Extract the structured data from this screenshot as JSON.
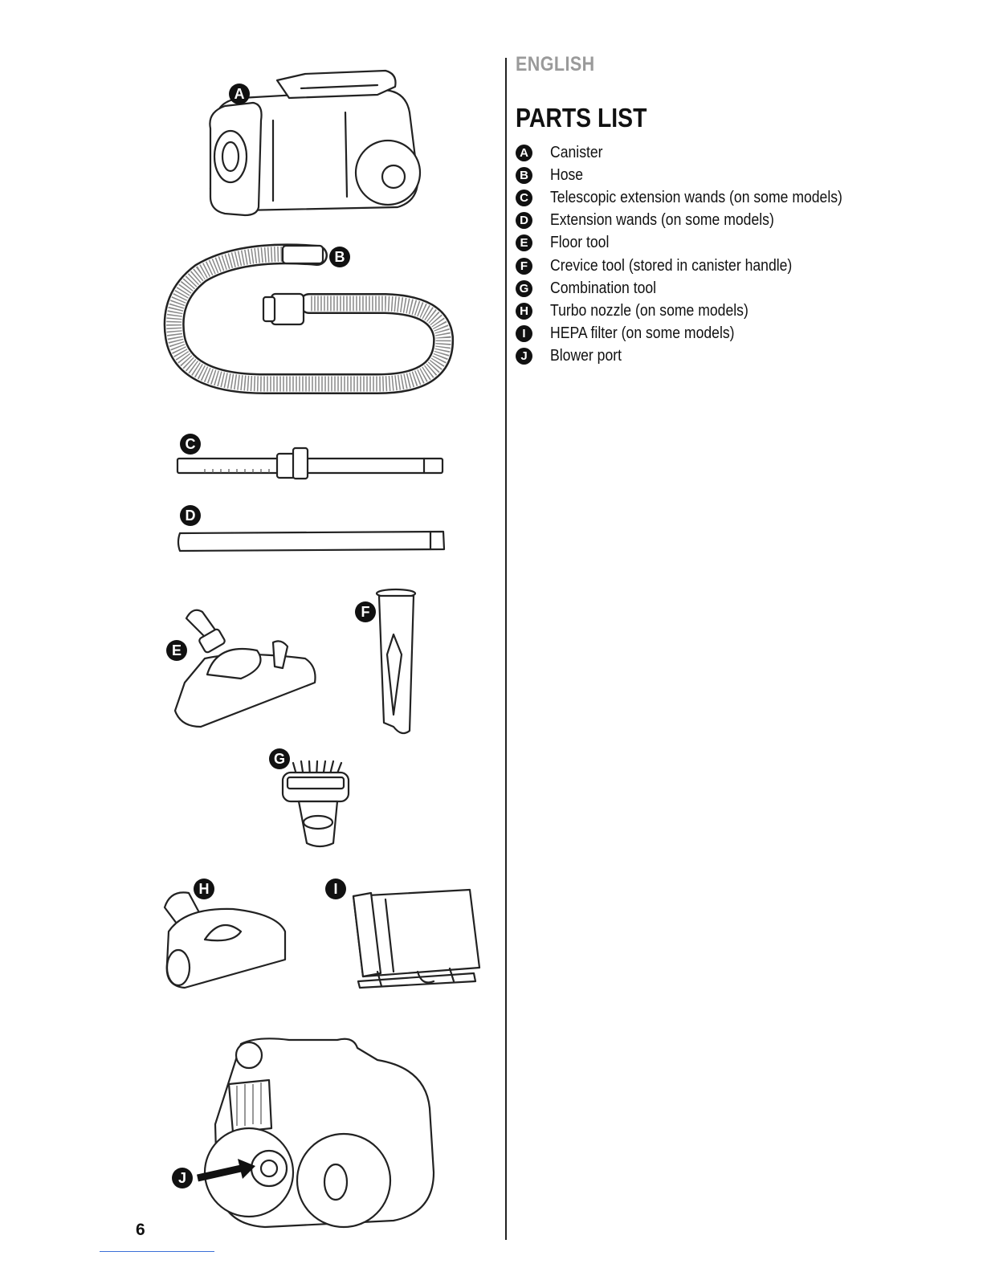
{
  "header": {
    "language": "ENGLISH",
    "title": "PARTS LIST"
  },
  "parts": [
    {
      "letter": "A",
      "label": "Canister"
    },
    {
      "letter": "B",
      "label": "Hose"
    },
    {
      "letter": "C",
      "label": "Telescopic extension wands (on some models)"
    },
    {
      "letter": "D",
      "label": "Extension wands (on some models)"
    },
    {
      "letter": "E",
      "label": "Floor tool"
    },
    {
      "letter": "F",
      "label": "Crevice tool (stored in canister handle)"
    },
    {
      "letter": "G",
      "label": "Combination tool"
    },
    {
      "letter": "H",
      "label": "Turbo nozzle (on some models)"
    },
    {
      "letter": "I",
      "label": "HEPA filter (on some models)"
    },
    {
      "letter": "J",
      "label": "Blower port"
    }
  ],
  "figure_labels": {
    "a": "A",
    "b": "B",
    "c": "C",
    "d": "D",
    "e": "E",
    "f": "F",
    "g": "G",
    "h": "H",
    "i": "I",
    "j": "J"
  },
  "footer": {
    "page_number": "6"
  }
}
